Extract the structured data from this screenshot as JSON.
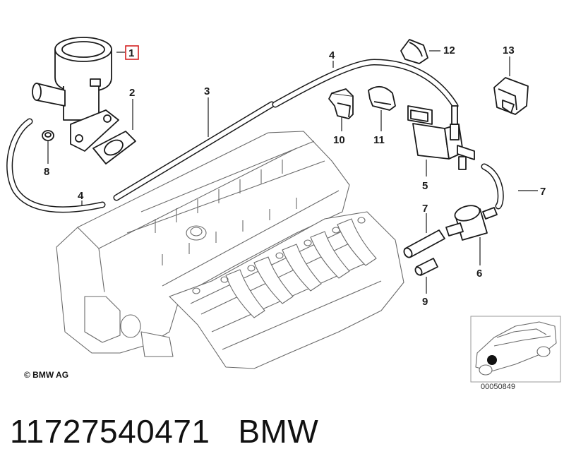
{
  "callouts": [
    "1",
    "2",
    "3",
    "4",
    "4",
    "5",
    "6",
    "7",
    "7",
    "8",
    "9",
    "10",
    "11",
    "12",
    "13"
  ],
  "copyright": "© BMW AG",
  "reference_number": "00050849",
  "caption": "11727540471   BMW"
}
